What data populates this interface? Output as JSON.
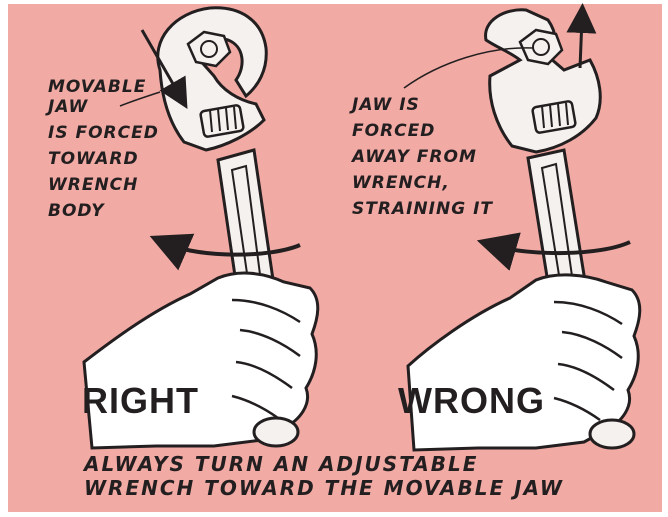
{
  "colors": {
    "background": "#f1aaa4",
    "ink": "#231f20",
    "steel": "#f4f1ef",
    "hand": "#ffffff"
  },
  "left": {
    "callout": [
      "MOVABLE",
      "JAW",
      "IS FORCED",
      "TOWARD",
      "WRENCH",
      "BODY"
    ],
    "verdict": "RIGHT"
  },
  "right": {
    "callout": [
      "JAW IS",
      "FORCED",
      "AWAY FROM",
      "WRENCH,",
      "STRAINING IT"
    ],
    "verdict": "WRONG"
  },
  "caption": [
    "ALWAYS TURN AN ADJUSTABLE",
    "WRENCH TOWARD THE MOVABLE JAW"
  ]
}
